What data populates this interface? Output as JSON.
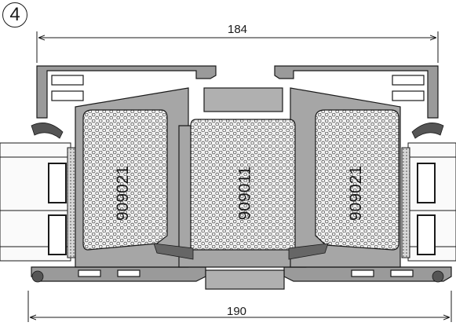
{
  "figure": {
    "step_number": "4",
    "top_dimension": "184",
    "bottom_dimension": "190",
    "profile_labels": [
      "909021",
      "909011",
      "909021"
    ]
  },
  "colors": {
    "line": "#1a1a1a",
    "profile_fill": "#8c8c8c",
    "profile_dark": "#4a4a4a",
    "insulation_fill": "#ececec",
    "background": "#ffffff"
  }
}
